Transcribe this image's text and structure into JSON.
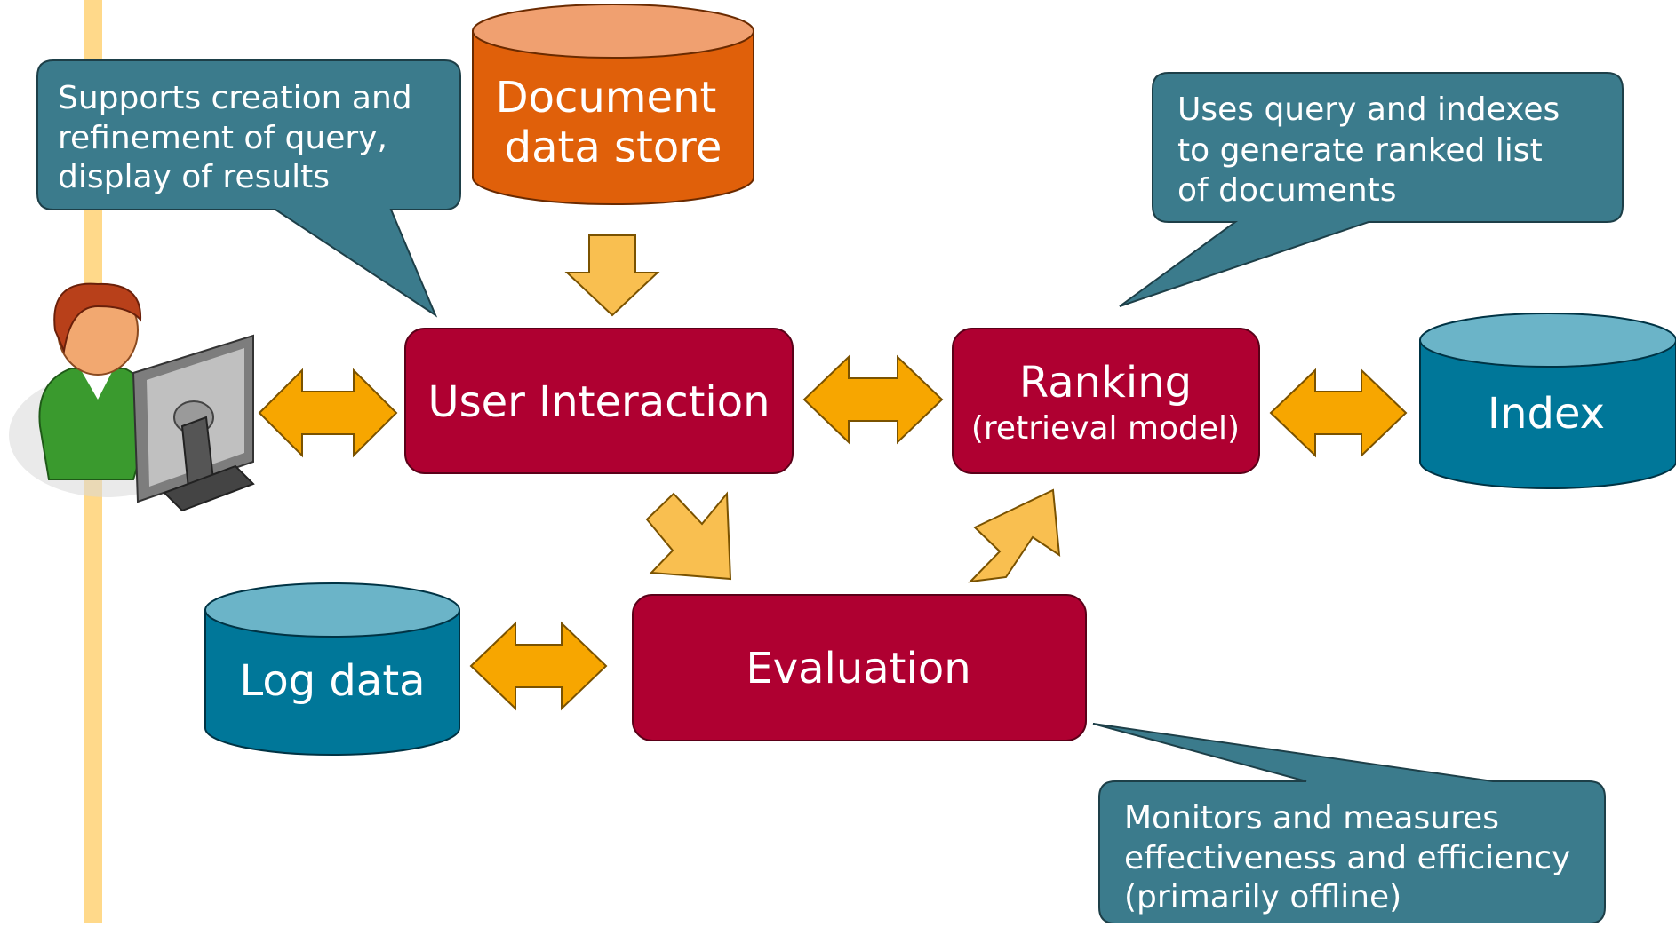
{
  "nodes": {
    "document_store": {
      "line1": "Document",
      "line2": "data store"
    },
    "user_interaction": {
      "label": "User Interaction"
    },
    "ranking": {
      "label": "Ranking",
      "sublabel": "(retrieval model)"
    },
    "index": {
      "label": "Index"
    },
    "log_data": {
      "label": "Log data"
    },
    "evaluation": {
      "label": "Evaluation"
    }
  },
  "callouts": {
    "user_interaction": {
      "lines": [
        "Supports creation and",
        "refinement of query,",
        "display of results"
      ]
    },
    "ranking": {
      "lines": [
        "Uses query and indexes",
        "to generate ranked list",
        "of documents"
      ]
    },
    "evaluation": {
      "lines": [
        "Monitors and measures",
        "effectiveness and efficiency",
        "(primarily offline)"
      ]
    }
  },
  "colors": {
    "left_band": "#FFD98A",
    "box": "#AF0031",
    "box_border": "#5A0018",
    "callout": "#3B7B8C",
    "callout_border": "#1D3F48",
    "teal_cylinder_body": "#007799",
    "teal_cylinder_top": "#6BB4C8",
    "orange_cylinder_body": "#E0600A",
    "orange_cylinder_top": "#F0A070",
    "arrow_fill": "#F7A600",
    "arrow_fill_light": "#F9BF50",
    "arrow_border": "#7A5200"
  }
}
